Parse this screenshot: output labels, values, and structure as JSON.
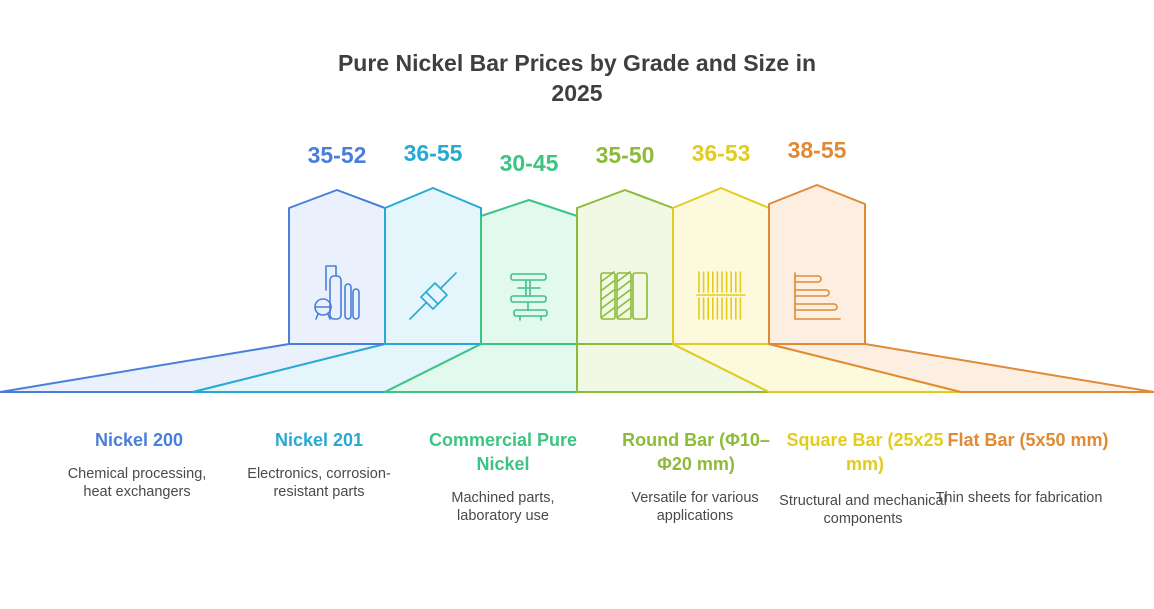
{
  "title": {
    "line1": "Pure Nickel Bar Prices by Grade and Size in",
    "line2": "2025"
  },
  "items": [
    {
      "range": "35-52",
      "title": "Nickel 200",
      "desc": "Chemical processing, heat exchangers",
      "color": "#4a7fd9",
      "fill": "#eaf1fd",
      "icon": "refinery-icon"
    },
    {
      "range": "36-55",
      "title": "Nickel 201",
      "desc": "Electronics, corrosion-resistant parts",
      "color": "#27a9d4",
      "fill": "#e4f6fc",
      "icon": "resistor-icon"
    },
    {
      "range": "30-45",
      "title": "Commercial Pure Nickel",
      "desc": "Machined parts, laboratory use",
      "color": "#3cc483",
      "fill": "#e2f9ee",
      "icon": "lab-stand-icon"
    },
    {
      "range": "35-50",
      "title": "Round Bar (Φ10–Φ20 mm)",
      "desc": "Versatile for various applications",
      "color": "#8cbb3a",
      "fill": "#f1f8e4",
      "icon": "round-bars-icon"
    },
    {
      "range": "36-53",
      "title": "Square Bar (25x25 mm)",
      "desc": "Structural and mechanical components",
      "color": "#e2cc20",
      "fill": "#fdf9dd",
      "icon": "square-bars-icon"
    },
    {
      "range": "38-55",
      "title": "Flat Bar (5x50 mm)",
      "desc": "Thin sheets for fabrication",
      "color": "#e08a35",
      "fill": "#fdeee2",
      "icon": "flat-bars-icon"
    }
  ]
}
